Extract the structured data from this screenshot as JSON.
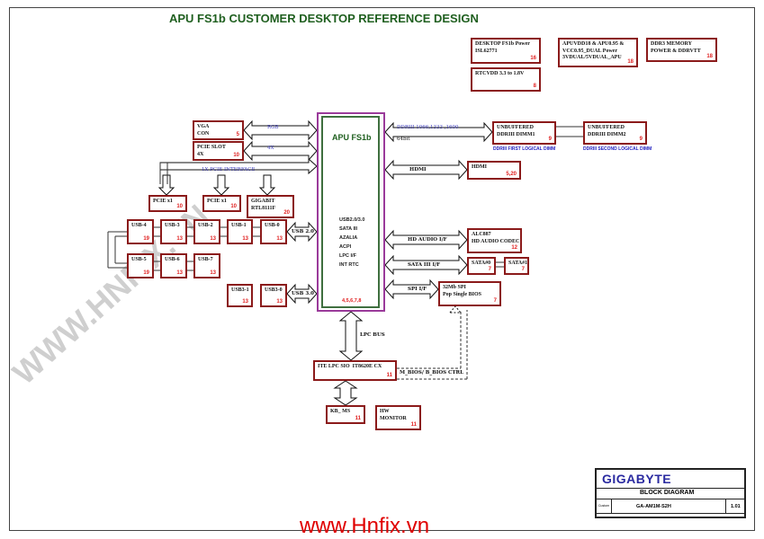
{
  "title": "APU FS1b CUSTOMER DESKTOP REFERENCE DESIGN",
  "apu": {
    "name": "APU FS1b",
    "features": [
      "USB2.0/3.0",
      "SATA III",
      "AZALIA",
      "ACPI",
      "LPC I/F",
      "INT RTC"
    ],
    "pages": "4,5,6,7,8"
  },
  "blocks": {
    "desktop_power": {
      "text": "DESKTOP FS1b Power\nISL62771",
      "page": "16"
    },
    "rtcvdd": {
      "text": "RTCVDD 3.3 to 1.8V",
      "page": "8"
    },
    "apuvdd": {
      "text": "APUVDD18 & APU0.95 &\nVCC0.95_DUAL Power\n3VDUAL/5VDUAL_APU",
      "page": "18"
    },
    "ddr3_power": {
      "text": "DDR3 MEMORY\nPOWER & DDRVTT",
      "page": "18"
    },
    "vga": {
      "text": "VGA\nCON",
      "page": "5"
    },
    "pcie_slot": {
      "text": "PCIE SLOT\n4X",
      "page": "10"
    },
    "pcie_x1_a": {
      "text": "PCIE x1",
      "page": "10"
    },
    "pcie_x1_b": {
      "text": "PCIE x1",
      "page": "10"
    },
    "gigabit": {
      "text": "GIGABIT\nRTL8111F",
      "page": "20"
    },
    "dimm1": {
      "text": "UNBUFFERED\nDDRIII DIMM1",
      "page": "9"
    },
    "dimm2": {
      "text": "UNBUFFERED\nDDRIII DIMM2",
      "page": "9"
    },
    "hdmi": {
      "text": "HDMI",
      "page": "5,20"
    },
    "usb4": {
      "text": "USB-4",
      "page": "19"
    },
    "usb3": {
      "text": "USB-3",
      "page": "13"
    },
    "usb2": {
      "text": "USB-2",
      "page": "13"
    },
    "usb1": {
      "text": "USB-1",
      "page": "13"
    },
    "usb0": {
      "text": "USB-0",
      "page": "13"
    },
    "usb5": {
      "text": "USB-5",
      "page": "19"
    },
    "usb6": {
      "text": "USB-6",
      "page": "13"
    },
    "usb7": {
      "text": "USB-7",
      "page": "13"
    },
    "usb3_1": {
      "text": "USB3-1",
      "page": "13"
    },
    "usb3_0": {
      "text": "USB3-0",
      "page": "13"
    },
    "alc": {
      "text": "ALC887\nHD AUDIO CODEC",
      "page": "12"
    },
    "sata0": {
      "text": "SATA#0",
      "page": "7"
    },
    "sata1": {
      "text": "SATA#1",
      "page": "7"
    },
    "spi": {
      "text": "32Mb SPI\nPop Single BIOS",
      "page": "7"
    },
    "ite": {
      "text": "ITE LPC SIO  IT8620E CX",
      "page": "11"
    },
    "kb": {
      "text": "KB_ MS",
      "page": "11"
    },
    "hw": {
      "text": "HW\nMONITOR",
      "page": "11"
    }
  },
  "labels": {
    "rgb": "RGB",
    "x4": "4X",
    "pcie1x": "1X PCIE  INTERFACE",
    "ddr": "DDRIII 1066,1333 ,1600",
    "bit": "64bit",
    "dimm1_note": "DDRIII FIRST LOGICAL DIMM",
    "dimm2_note": "DDRIII SECOND LOGICAL DIMM",
    "hdmi": "HDMI",
    "usb20": "USB 2.0",
    "usb30": "USB 3.0",
    "hdaudio": "HD AUDIO I/F",
    "sata": "SATA III I/F",
    "spi": "SPI I/F",
    "lpc": "LPC BUS",
    "bios": "M_BIOS/ B_BIOS CTRL"
  },
  "titleblock": {
    "logo": "GIGABYTE",
    "title": "BLOCK DIAGRAM",
    "size": "Custom",
    "model": "GA-AM1M-S2H",
    "rev": "1.01"
  },
  "watermark": {
    "diagonal": "WWW.HNFIX.VN",
    "bottom": "www.Hnfix.vn"
  },
  "colors": {
    "block_border": "#8b1a1a",
    "page_ref": "#e02020",
    "title": "#1f5f1f",
    "apu_outer": "#9a3a9a"
  }
}
